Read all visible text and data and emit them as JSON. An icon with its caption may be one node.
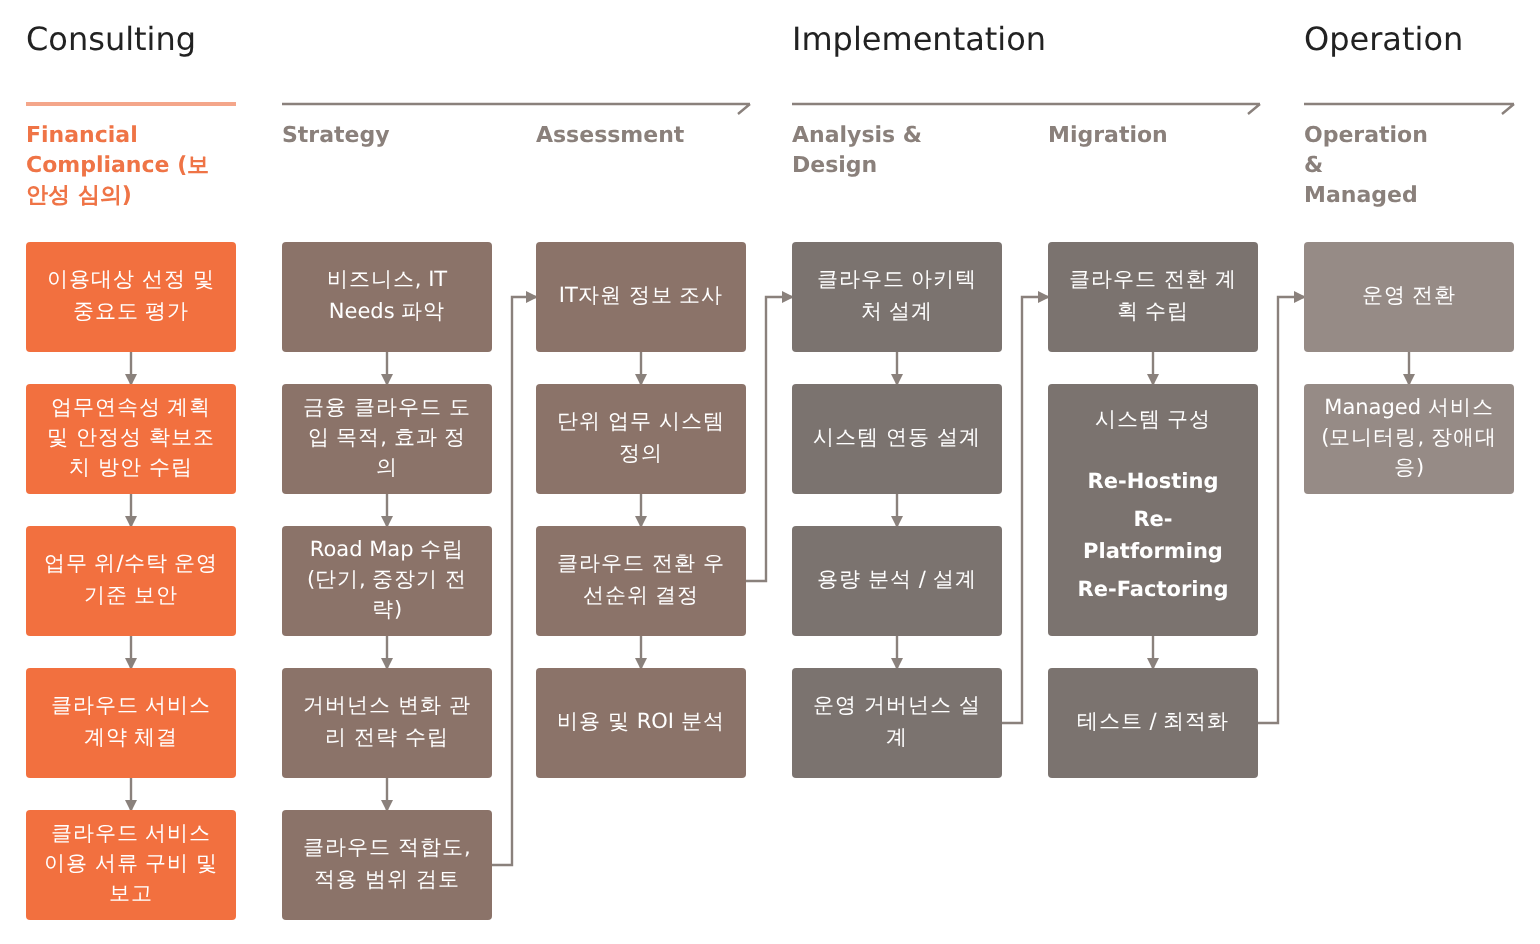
{
  "diagram": {
    "nodes": [
      {
        "text": [
          "이용대상 선정 및 중요도 평가"
        ]
      },
      {
        "text": [
          "업무연속성 계획 및 안정성 확보조치 방안 수립"
        ]
      },
      {
        "text": [
          "업무 위/수탁 운영 기준 보안"
        ]
      },
      {
        "text": [
          "클라우드 서비스 계약 체결"
        ]
      },
      {
        "text": [
          "클라우드 서비스 이용 서류 구비 및 보고"
        ]
      },
      {
        "text": [
          "비즈니스, IT Needs 파악"
        ]
      },
      {
        "text": [
          "금융 클라우드 도입 목적, 효과 정의"
        ]
      },
      {
        "text": [
          "Road Map 수립 (단기, 중장기 전략)"
        ]
      },
      {
        "text": [
          "거버넌스 변화 관리 전략 수립"
        ]
      },
      {
        "text": [
          "클라우드 적합도, 적용 범위 검토"
        ]
      },
      {
        "text": [
          "IT자원 정보 조사"
        ]
      },
      {
        "text": [
          "단위 업무 시스템 정의"
        ]
      },
      {
        "text": [
          "클라우드 전환 우선순위 결정"
        ]
      },
      {
        "text": [
          "비용 및 ROI 분석"
        ]
      },
      {
        "text": [
          "클라우드 아키텍처 설계"
        ]
      },
      {
        "text": [
          "시스템 연동 설계"
        ]
      },
      {
        "text": [
          "용량 분석 / 설계"
        ]
      },
      {
        "text": [
          "운영 거버넌스 설계"
        ]
      },
      {
        "text": [
          "클라우드 전환 계획 수립"
        ]
      },
      {
        "text": [
          "시스템 구성",
          "Re-Hosting",
          "Re-Platforming",
          "Re-Factoring"
        ]
      },
      {
        "text": [
          "테스트 / 최적화"
        ]
      },
      {
        "text": [
          "운영 전환"
        ]
      },
      {
        "text": [
          "Managed 서비스 (모니터링, 장애대응)"
        ]
      }
    ],
    "edges": [
      {
        "from": 0,
        "to": 1,
        "arrow": "to"
      },
      {
        "from": 1,
        "to": 2,
        "arrow": "to"
      },
      {
        "from": 2,
        "to": 3,
        "arrow": "to"
      },
      {
        "from": 3,
        "to": 4,
        "arrow": "to"
      },
      {
        "from": 5,
        "to": 6,
        "arrow": "to"
      },
      {
        "from": 6,
        "to": 7,
        "arrow": "to"
      },
      {
        "from": 7,
        "to": 8,
        "arrow": "to"
      },
      {
        "from": 8,
        "to": 9,
        "arrow": "to"
      },
      {
        "from": 9,
        "to": 10,
        "arrow": "to"
      },
      {
        "from": 10,
        "to": 11,
        "arrow": "to"
      },
      {
        "from": 11,
        "to": 12,
        "arrow": "to"
      },
      {
        "from": 12,
        "to": 13,
        "arrow": "to"
      },
      {
        "from": 12,
        "to": 14,
        "arrow": "to"
      },
      {
        "from": 14,
        "to": 15,
        "arrow": "to"
      },
      {
        "from": 15,
        "to": 16,
        "arrow": "to"
      },
      {
        "from": 16,
        "to": 17,
        "arrow": "to"
      },
      {
        "from": 17,
        "to": 18,
        "arrow": "to"
      },
      {
        "from": 18,
        "to": 19,
        "arrow": "to"
      },
      {
        "from": 19,
        "to": 20,
        "arrow": "to"
      },
      {
        "from": 20,
        "to": 21,
        "arrow": "to"
      },
      {
        "from": 21,
        "to": 22,
        "arrow": "to"
      }
    ],
    "labels": [
      "Consulting",
      "Implementation",
      "Operation",
      "Financial Compliance (보안성 심의)",
      "Strategy",
      "Assessment",
      "Analysis & Design",
      "Migration",
      "Operation & Managed"
    ]
  }
}
